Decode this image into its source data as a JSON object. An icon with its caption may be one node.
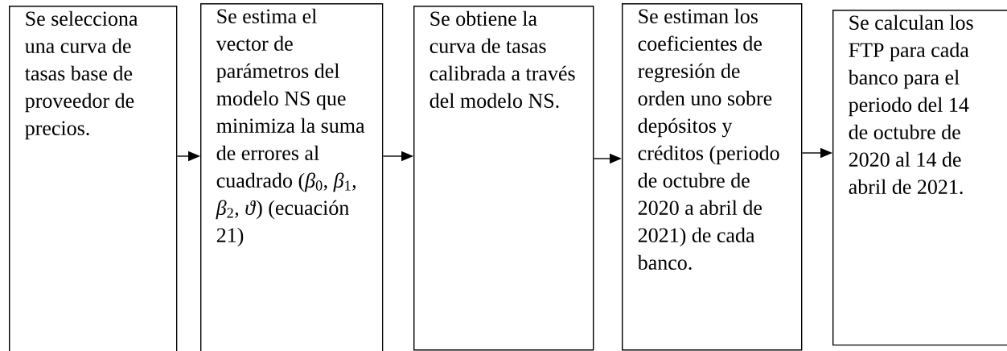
{
  "diagram": {
    "nodes": [
      {
        "text": [
          "Se selecciona una curva de tasas base de proveedor de precios."
        ]
      },
      {
        "text": [
          "Se estima el vector de parámetros del modelo NS que minimiza la suma de errores al cuadrado (*β*$_{0}$, *β*$_{1}$, *β*$_{2}$, *ϑ*) (ecuación 21)"
        ]
      },
      {
        "text": [
          "Se obtiene la curva de tasas calibrada a través del modelo NS."
        ]
      },
      {
        "text": [
          "Se estiman los coeficientes de regresión de orden uno sobre depósitos y créditos (periodo de octubre de 2020 a abril de 2021) de cada banco."
        ]
      },
      {
        "text": [
          "Se calculan los FTP para cada banco para el periodo del 14 de octubre de 2020 al 14 de abril de 2021."
        ]
      }
    ],
    "edges": [
      {
        "from": 0,
        "to": 1,
        "arrow": "to"
      },
      {
        "from": 1,
        "to": 2,
        "arrow": "to"
      },
      {
        "from": 2,
        "to": 3,
        "arrow": "to"
      },
      {
        "from": 3,
        "to": 4,
        "arrow": "to"
      }
    ]
  }
}
